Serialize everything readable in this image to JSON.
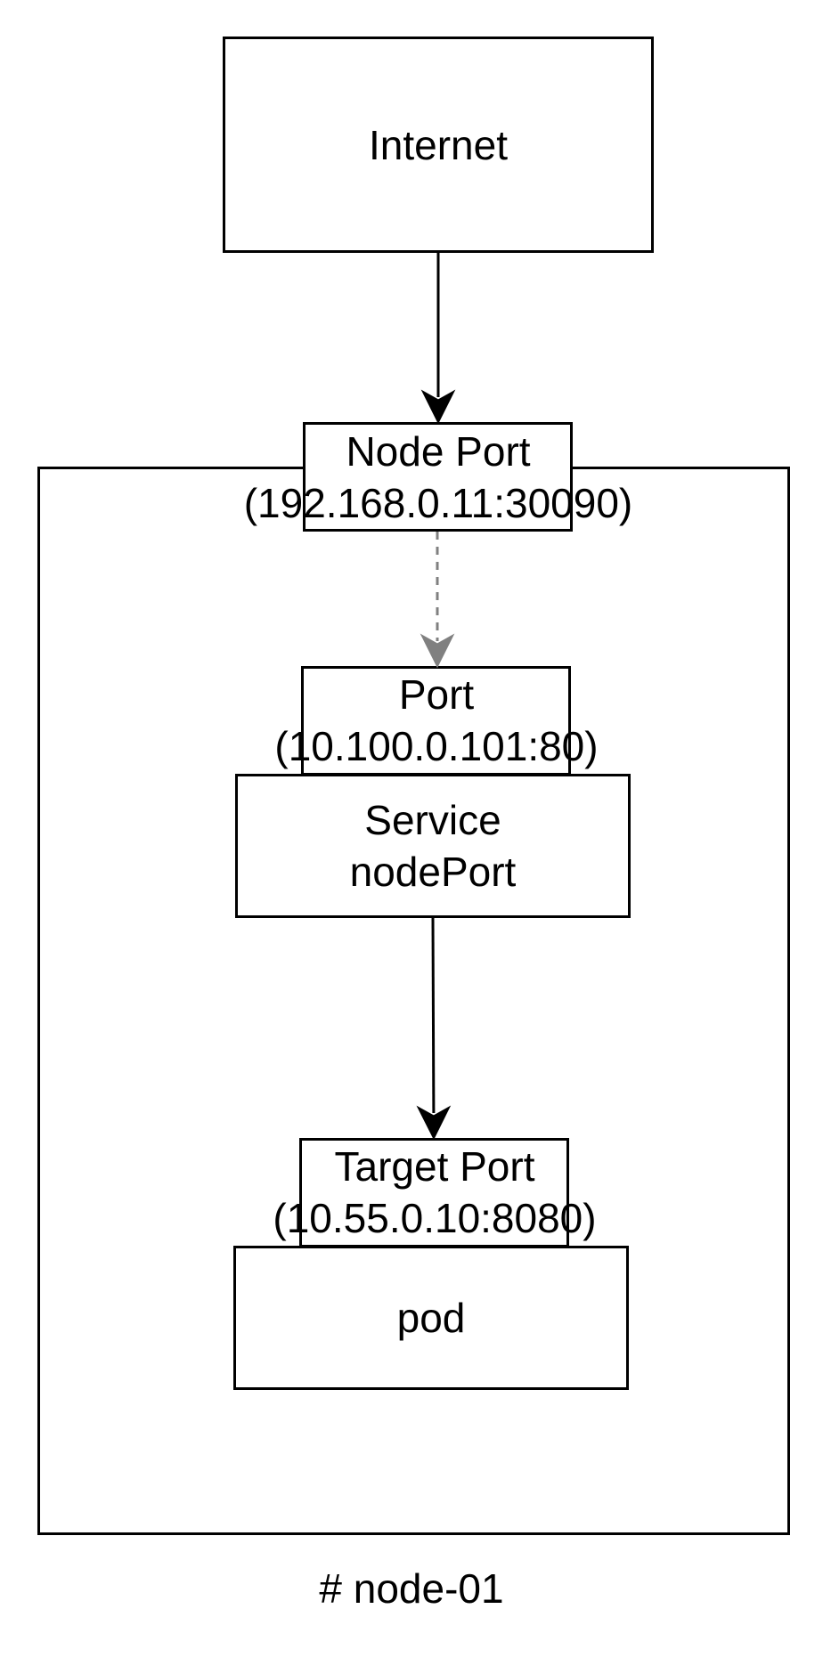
{
  "nodes": {
    "internet": {
      "label": "Internet"
    },
    "node_port": {
      "line1": "Node Port",
      "line2": "(192.168.0.11:30090)"
    },
    "port": {
      "line1": "Port",
      "line2": "(10.100.0.101:80)"
    },
    "service": {
      "line1": "Service",
      "line2": "nodePort"
    },
    "target_port": {
      "line1": "Target Port",
      "line2": "(10.55.0.10:8080)"
    },
    "pod": {
      "label": "pod"
    }
  },
  "container": {
    "caption": "# node-01"
  },
  "edges": [
    {
      "from": "internet",
      "to": "node_port",
      "style": "solid",
      "color": "#000000"
    },
    {
      "from": "node_port",
      "to": "port",
      "style": "dashed",
      "color": "#808080"
    },
    {
      "from": "service",
      "to": "target_port",
      "style": "solid",
      "color": "#000000"
    }
  ]
}
